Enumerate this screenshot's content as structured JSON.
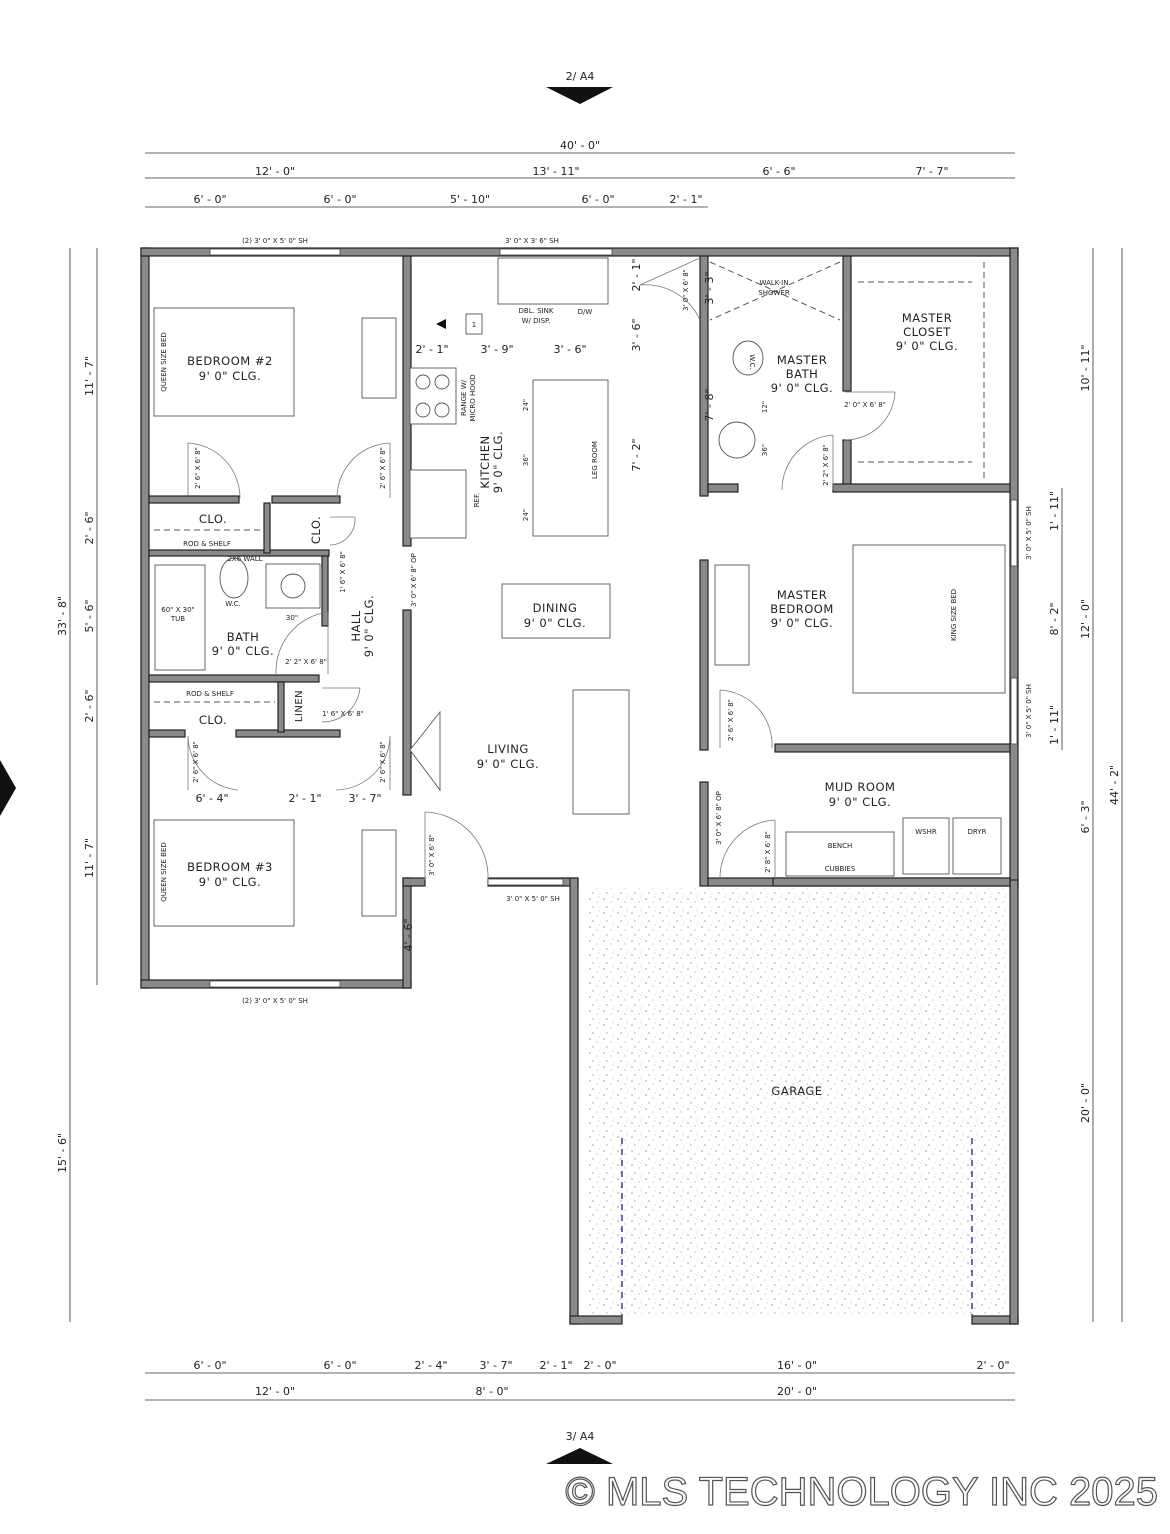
{
  "section_markers": {
    "top": "2/ A4",
    "bottom": "3/ A4"
  },
  "dimensions": {
    "top_overall": "40' - 0\"",
    "top_row2": [
      "12' - 0\"",
      "13' - 11\"",
      "6' - 6\"",
      "7' - 7\""
    ],
    "top_row3": [
      "6' - 0\"",
      "6' - 0\"",
      "5' - 10\"",
      "6' - 0\"",
      "2' - 1\""
    ],
    "bottom_row1": [
      "6' - 0\"",
      "6' - 0\"",
      "2' - 4\"",
      "3' - 7\"",
      "2' - 1\"",
      "2' - 0\"",
      "16' - 0\"",
      "2' - 0\""
    ],
    "bottom_row2": [
      "12' - 0\"",
      "8' - 0\"",
      "20' - 0\""
    ],
    "left_overall": [
      "33' - 8\"",
      "15' - 6\""
    ],
    "left_rooms": [
      "11' - 7\"",
      "2' - 6\"",
      "5' - 6\"",
      "2' - 6\"",
      "11' - 7\""
    ],
    "right_overall": "44' - 2\"",
    "right_rooms": [
      "10' - 11\"",
      "12' - 0\"",
      "6' - 3\"",
      "20' - 0\""
    ],
    "right_windows": [
      "1' - 11\"",
      "8' - 2\"",
      "1' - 11\""
    ],
    "kitchen": [
      "2' - 1\"",
      "3' - 9\"",
      "3' - 6\"",
      "2' - 1\"",
      "3' - 6\"",
      "7' - 2\""
    ],
    "master_bath": [
      "3' - 3\"",
      "7' - 8\""
    ],
    "hall_row": [
      "6' - 4\"",
      "2' - 1\"",
      "3' - 7\""
    ],
    "entry": "4' - 6\""
  },
  "rooms": {
    "bedroom2": {
      "name": "BEDROOM #2",
      "ceiling": "9' 0\" CLG."
    },
    "bedroom3": {
      "name": "BEDROOM #3",
      "ceiling": "9' 0\" CLG."
    },
    "kitchen": {
      "name": "KITCHEN",
      "ceiling": "9' 0\" CLG."
    },
    "dining": {
      "name": "DINING",
      "ceiling": "9' 0\" CLG."
    },
    "living": {
      "name": "LIVING",
      "ceiling": "9' 0\" CLG."
    },
    "hall": {
      "name": "HALL",
      "ceiling": "9' 0\" CLG."
    },
    "bath": {
      "name": "BATH",
      "ceiling": "9' 0\" CLG."
    },
    "master_bath": {
      "name_line1": "MASTER",
      "name_line2": "BATH",
      "ceiling": "9' 0\" CLG."
    },
    "master_closet": {
      "name_line1": "MASTER",
      "name_line2": "CLOSET",
      "ceiling": "9' 0\" CLG."
    },
    "master_bedroom": {
      "name_line1": "MASTER",
      "name_line2": "BEDROOM",
      "ceiling": "9' 0\" CLG."
    },
    "mud_room": {
      "name": "MUD ROOM",
      "ceiling": "9' 0\" CLG."
    },
    "garage": {
      "name": "GARAGE"
    },
    "clo1": "CLO.",
    "clo2": "CLO.",
    "clo3": "CLO.",
    "linen": "LINEN"
  },
  "notes": {
    "win_bed2": "(2) 3' 0\" X 5' 0\" SH",
    "win_kitchen": "3' 0\" X 3' 6\" SH",
    "win_bed3": "(2) 3' 0\" X 5' 0\" SH",
    "win_living": "3' 0\" X 5' 0\" SH",
    "win_master1": "3' 0\" X 5' 0\" SH",
    "win_master2": "3' 0\" X 5' 0\" SH",
    "sink": "DBL. SINK",
    "sink2": "W/ DISP.",
    "dw": "D/W",
    "range": "RANGE W/",
    "range2": "MICRO HOOD",
    "ref": "REF.",
    "leg_room": "LEG ROOM",
    "island": [
      "24\"",
      "36\"",
      "24\""
    ],
    "queen1": "QUEEN SIZE BED",
    "queen2": "QUEEN SIZE BED",
    "king": "KING SIZE BED",
    "rod1": "ROD & SHELF",
    "rod2": "ROD & SHELF",
    "wall2x6": "2X6 WALL",
    "tub": "60\" X 30\"",
    "tub2": "TUB",
    "wc": "W.C.",
    "wc2": "W.C.",
    "vanity30": "30\"",
    "vanity_m": [
      "12\"",
      "36\""
    ],
    "shower": "WALK-IN",
    "shower2": "SHOWER",
    "bench": "BENCH",
    "cubbies": "CUBBIES",
    "washer": "WSHR",
    "dryer": "DRYR",
    "door_bed2a": "2' 6\" X 6' 8\"",
    "door_bed2b": "2' 6\" X 6' 8\"",
    "door_clo": "1' 6\" X 6' 8\"",
    "door_hallop": "3' 0\" X 6' 8\" OP",
    "door_bath": "2' 2\" X 6' 8\"",
    "door_linen": "1' 6\" X 6' 8\"",
    "door_bed3a": "2' 6\" X 6' 8\"",
    "door_bed3b": "2' 6\" X 6' 8\"",
    "door_entry": "3' 0\" X 6' 8\"",
    "door_kitchen": "3' 0\" X 6' 8\"",
    "door_mcloset": "2' 0\" X 6' 8\"",
    "door_mbath": "2' 2\" X 6' 8\"",
    "door_mbed": "2' 6\" X 6' 8\"",
    "door_mudop": "3' 0\" X 6' 8\" OP",
    "door_garage": "2' 8\" X 6' 8\"",
    "tag": "1"
  },
  "watermark": "© MLS TECHNOLOGY INC 2025",
  "colors": {
    "wall": "#8a8a8a",
    "garage_door": "#3a3aa0"
  }
}
